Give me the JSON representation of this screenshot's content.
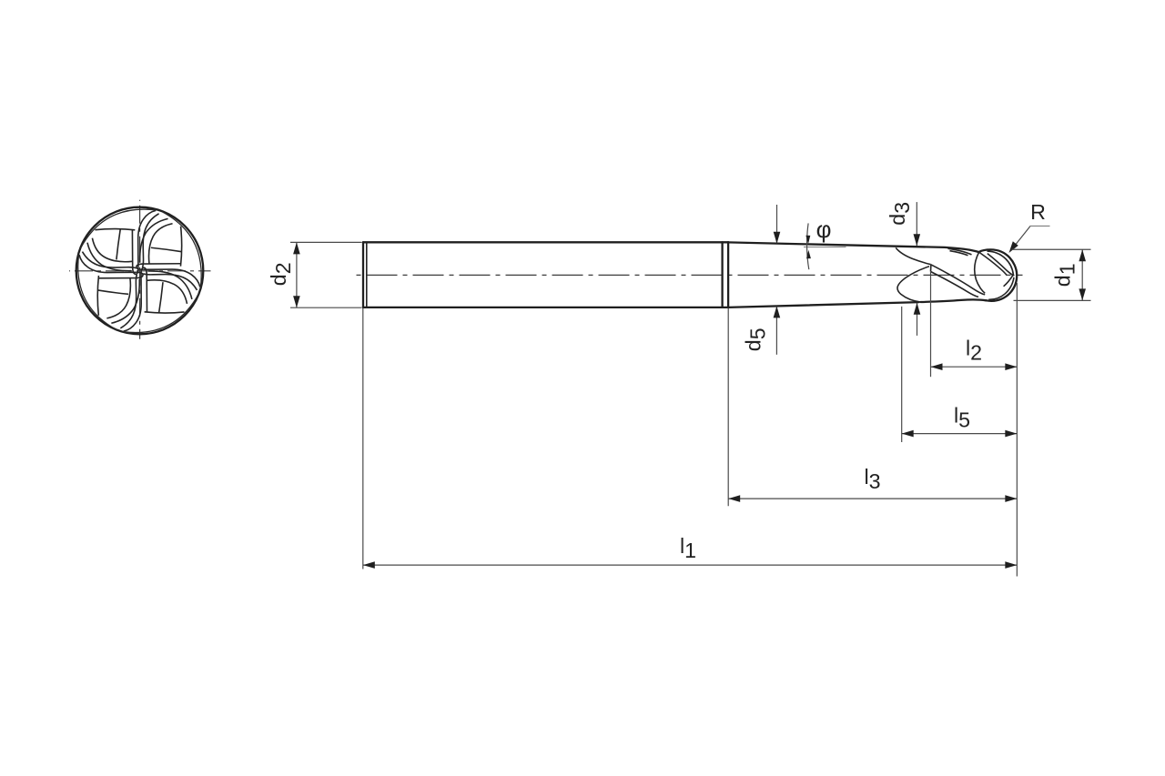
{
  "drawing": {
    "type": "technical-drawing",
    "subject": "ball nose end mill with tapered neck, side view and 4-flute end view",
    "background": "#ffffff",
    "ink_color": "#1f1f1f",
    "labels": {
      "d1": {
        "main": "d",
        "sub": "1"
      },
      "d2": {
        "main": "d",
        "sub": "2"
      },
      "d3": {
        "main": "d",
        "sub": "3"
      },
      "d5": {
        "main": "d",
        "sub": "5"
      },
      "l1": {
        "main": "l",
        "sub": "1"
      },
      "l2": {
        "main": "l",
        "sub": "2"
      },
      "l3": {
        "main": "l",
        "sub": "3"
      },
      "l5": {
        "main": "l",
        "sub": "5"
      },
      "R": {
        "main": "R",
        "sub": ""
      },
      "phi": {
        "main": "φ",
        "sub": ""
      }
    }
  }
}
